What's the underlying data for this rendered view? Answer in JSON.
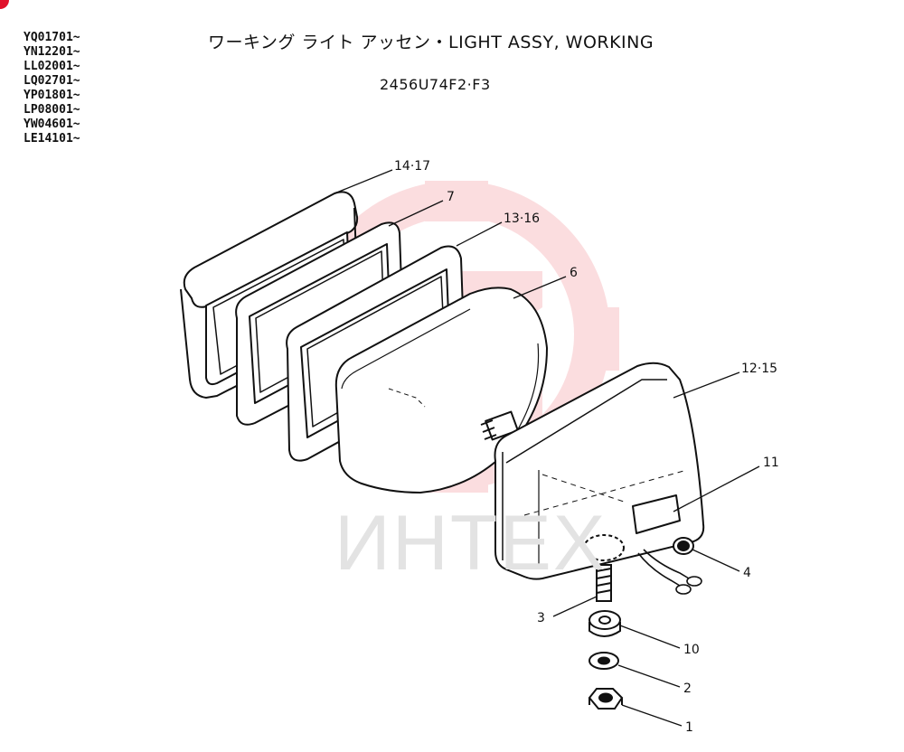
{
  "header": {
    "serials": [
      "YQ01701~",
      "YN12201~",
      "LL02001~",
      "LQ02701~",
      "YP01801~",
      "LP08001~",
      "YW04601~",
      "LE14101~"
    ],
    "title": "ワーキング ライト アッセン・LIGHT ASSY, WORKING",
    "part_number": "2456U74F2·F3"
  },
  "watermark": {
    "text": "ИНТЕХ",
    "color": "#f4a0a6"
  },
  "callouts": [
    {
      "id": "c-14-17",
      "label": "14·17"
    },
    {
      "id": "c-7",
      "label": "7"
    },
    {
      "id": "c-13-16",
      "label": "13·16"
    },
    {
      "id": "c-6",
      "label": "6"
    },
    {
      "id": "c-12-15",
      "label": "12·15"
    },
    {
      "id": "c-11",
      "label": "11"
    },
    {
      "id": "c-4",
      "label": "4"
    },
    {
      "id": "c-3",
      "label": "3"
    },
    {
      "id": "c-10",
      "label": "10"
    },
    {
      "id": "c-2",
      "label": "2"
    },
    {
      "id": "c-1",
      "label": "1"
    }
  ]
}
